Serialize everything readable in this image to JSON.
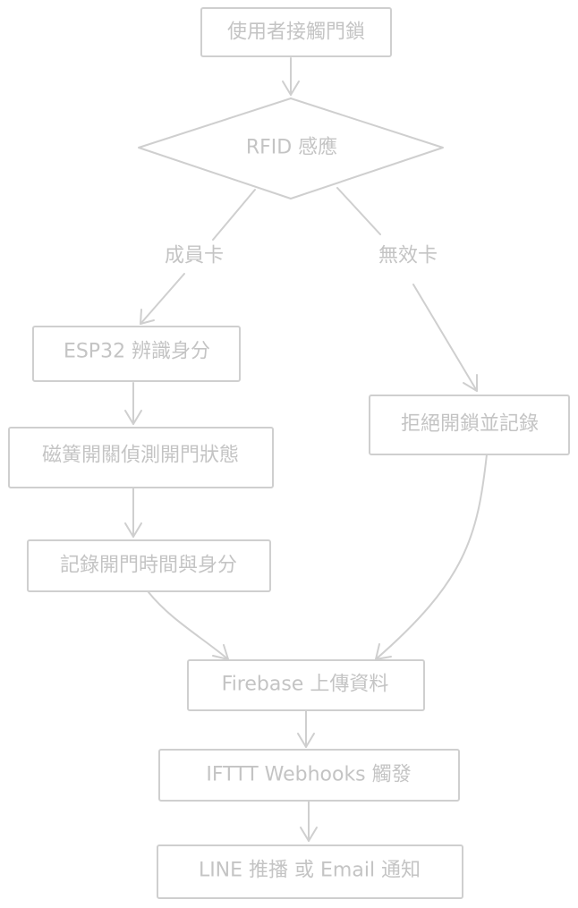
{
  "diagram": {
    "nodes": {
      "touch": "使用者接觸門鎖",
      "rfid": "RFID 感應",
      "esp32": "ESP32 辨識身分",
      "reed": "磁簧開關偵測開門狀態",
      "log": "記錄開門時間與身分",
      "reject": "拒絕開鎖並記錄",
      "firebase": "Firebase 上傳資料",
      "ifttt": "IFTTT Webhooks 觸發",
      "notify": "LINE 推播 或 Email 通知"
    },
    "edges": {
      "member": "成員卡",
      "invalid": "無效卡"
    }
  }
}
